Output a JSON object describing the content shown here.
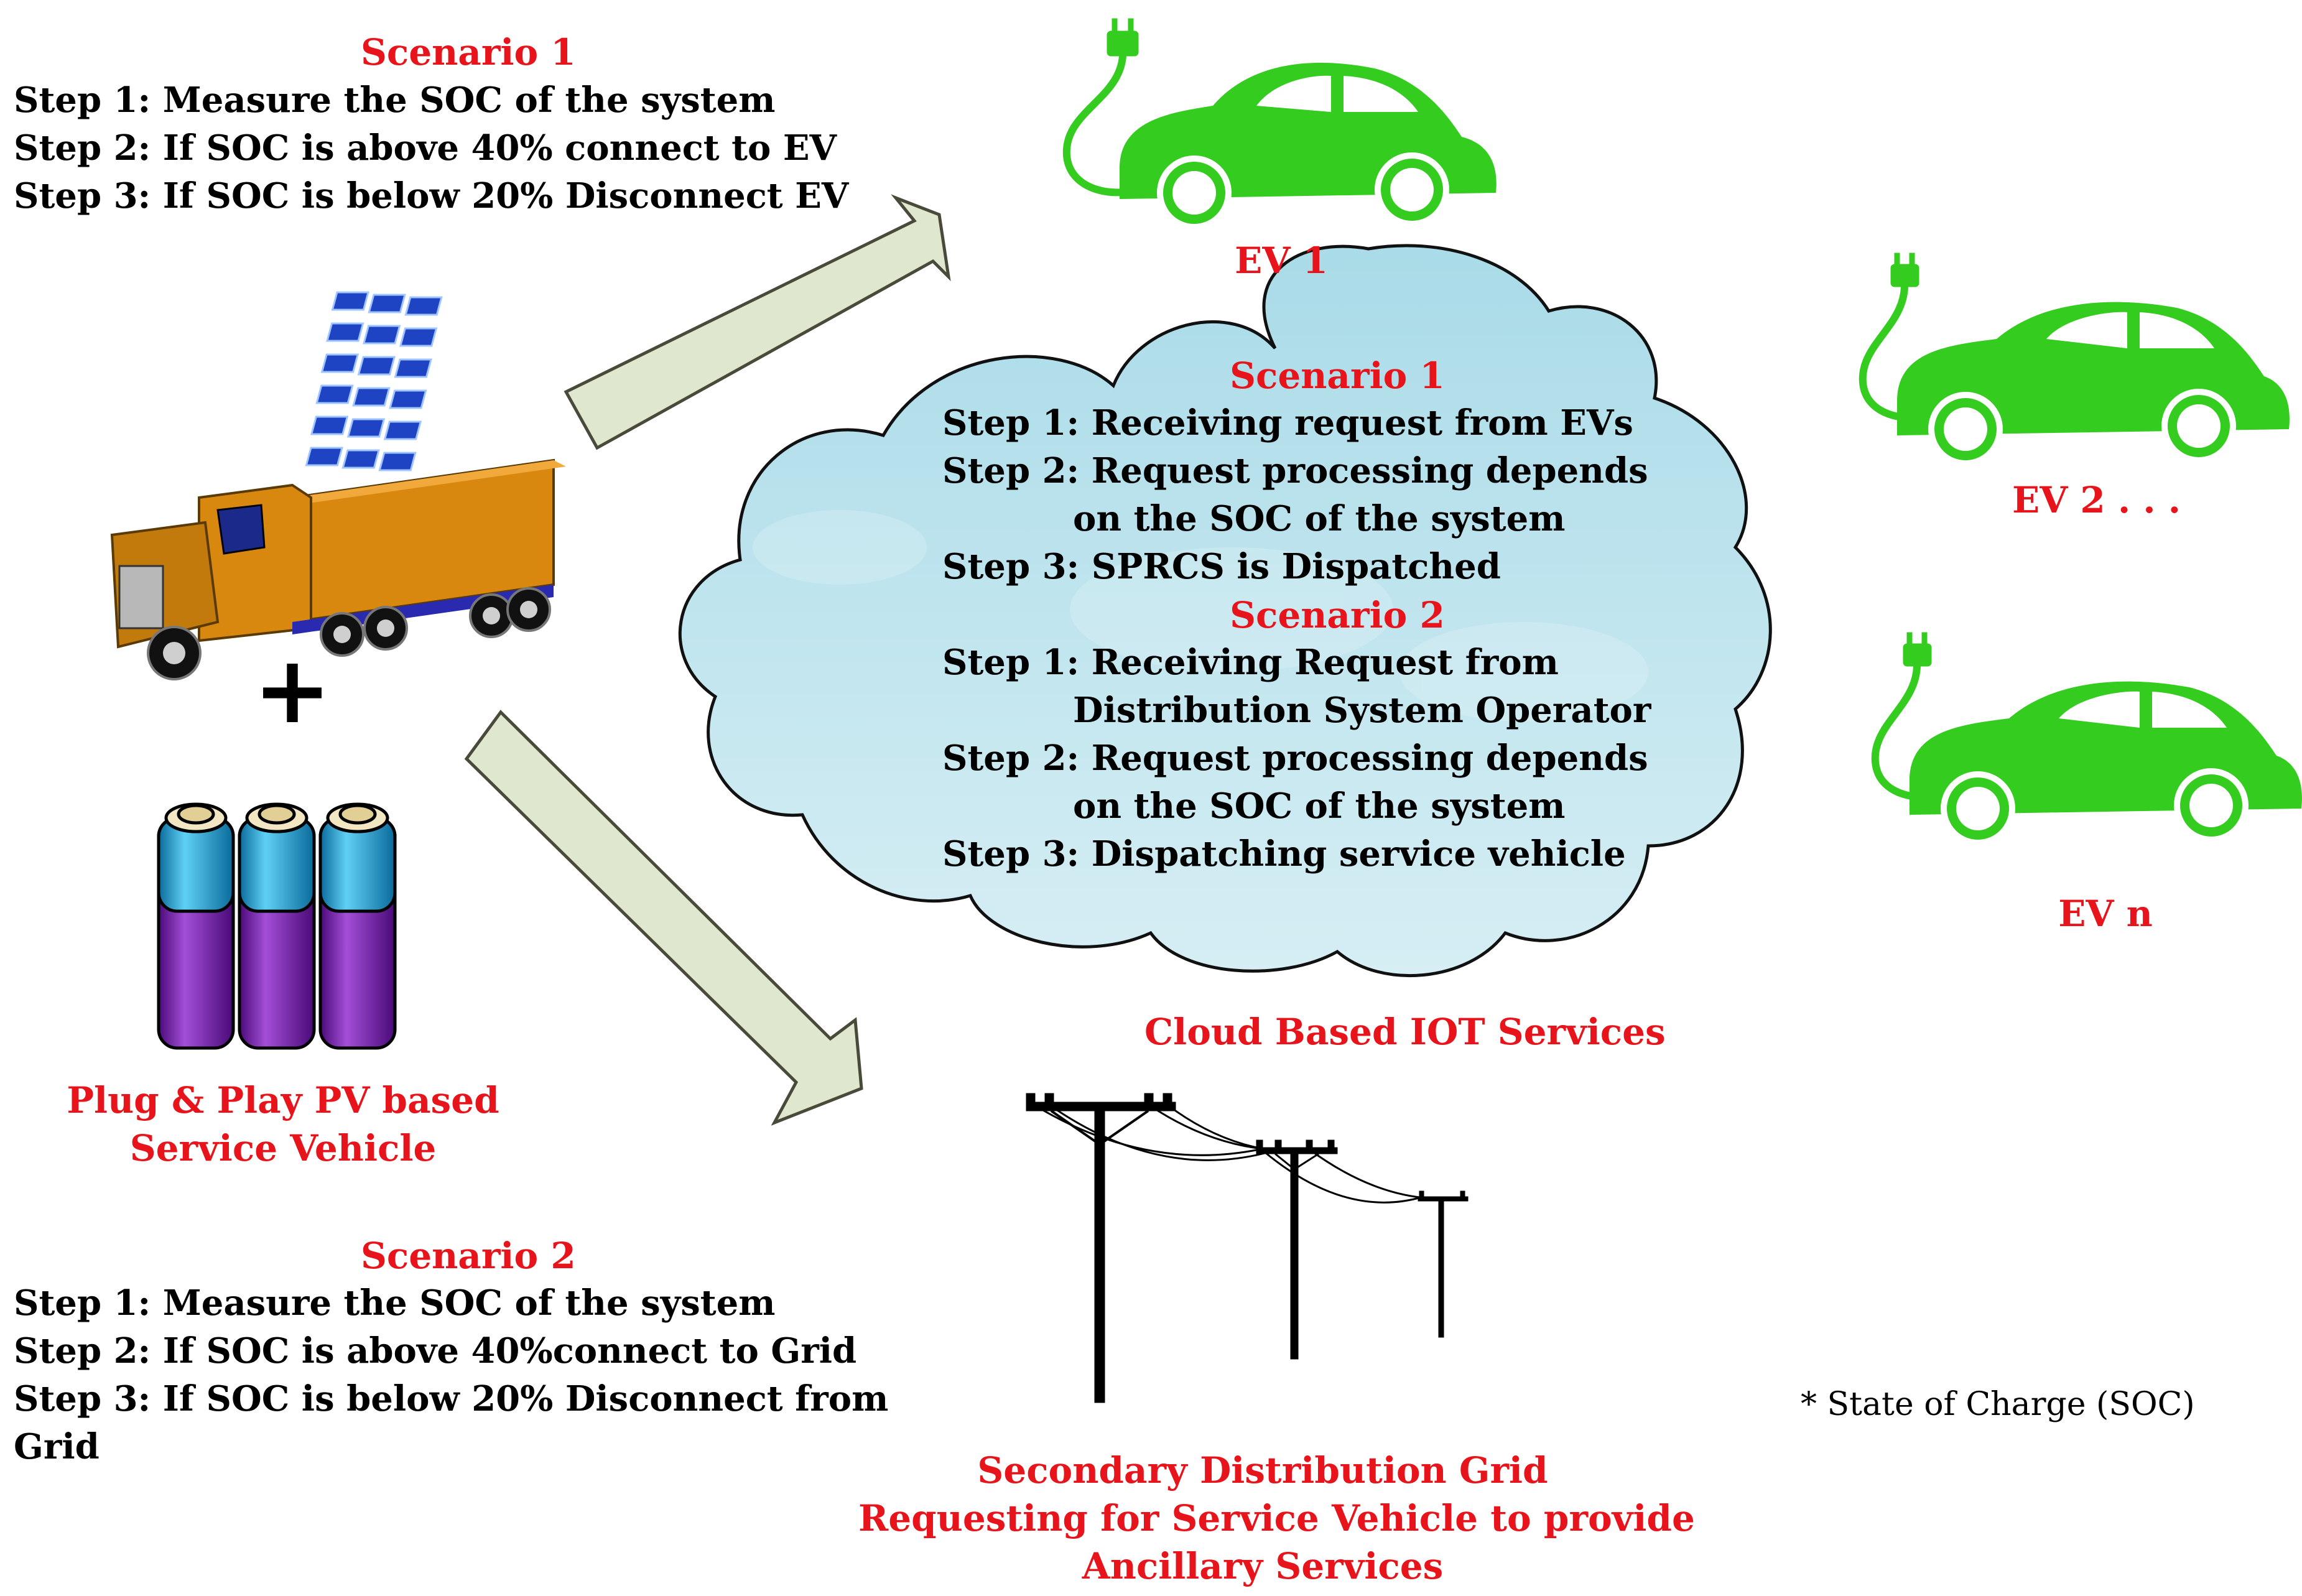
{
  "left_scenario1": {
    "title": "Scenario 1",
    "steps": [
      "Step 1: Measure the SOC of the system",
      "Step 2: If SOC is above 40% connect to EV",
      "Step 3: If SOC is below 20% Disconnect EV"
    ]
  },
  "left_scenario2": {
    "title": "Scenario 2",
    "steps": [
      "Step 1: Measure the SOC of the system",
      "Step 2: If SOC is above 40%connect to Grid",
      "Step 3: If SOC is below 20% Disconnect from",
      "Grid"
    ]
  },
  "plus_sign": "+",
  "service_vehicle_label": [
    "Plug & Play PV based",
    "Service Vehicle"
  ],
  "cloud": {
    "scenario1_title": "Scenario 1",
    "scenario1_steps": [
      "Step 1: Receiving request from EVs",
      "Step 2: Request processing  depends",
      "on the SOC of the system",
      "Step 3: SPRCS is Dispatched"
    ],
    "scenario2_title": "Scenario 2",
    "scenario2_steps": [
      "Step 1: Receiving Request from",
      "Distribution System Operator",
      "Step 2: Request processing  depends",
      "on the SOC of the system",
      "Step 3: Dispatching service vehicle"
    ],
    "label": "Cloud Based IOT Services"
  },
  "ev_labels": {
    "ev1": "EV 1",
    "ev2": "EV 2 . . .",
    "evn": "EV n"
  },
  "grid_label": [
    "Secondary Distribution Grid",
    "Requesting for Service Vehicle to provide",
    "Ancillary Services"
  ],
  "footnote": "* State of Charge (SOC)",
  "colors": {
    "label_red": "#e8141b",
    "ev_green": "#33cc1f",
    "cloud_fill": "#bfe3ec",
    "arrow_fill": "#dfe8cf",
    "truck_orange": "#d8880f",
    "battery_purple": "#7a16b0",
    "battery_blue": "#1fa8e0"
  }
}
